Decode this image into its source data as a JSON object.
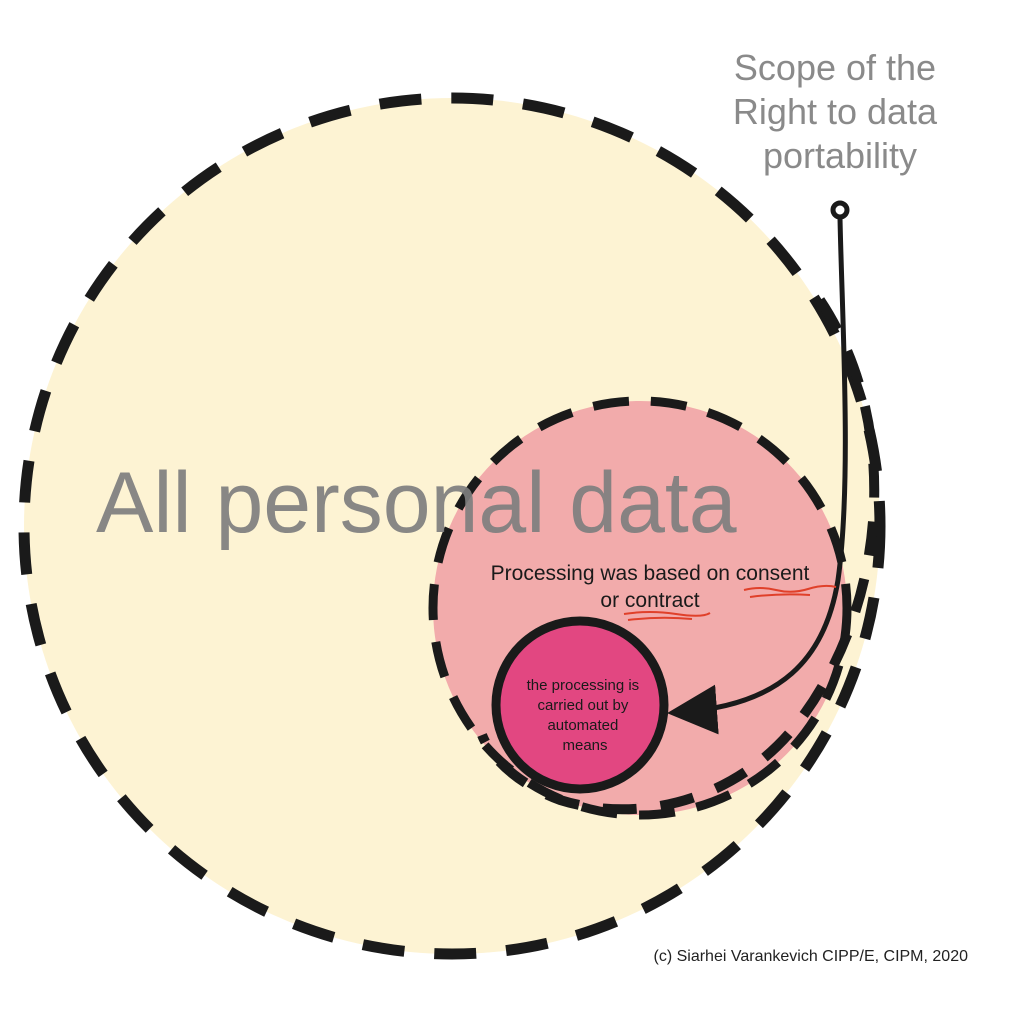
{
  "scope_title": [
    "Scope of the",
    "Right to data",
    "portability"
  ],
  "outer_circle": {
    "label": "All personal data",
    "fill": "#fdf3d3"
  },
  "middle_circle": {
    "label_line1": "Processing was based on consent",
    "label_line2": "or contract",
    "fill": "#f2abab"
  },
  "inner_circle": {
    "label": [
      "the processing is",
      "carried out by",
      "automated",
      "means"
    ],
    "fill": "#e24781"
  },
  "credit": "(c) Siarhei Varankevich CIPP/E, CIPM, 2020",
  "colors": {
    "outline": "#1a1a1a",
    "underline": "#e0402a",
    "title_text": "#8a8a8a"
  }
}
